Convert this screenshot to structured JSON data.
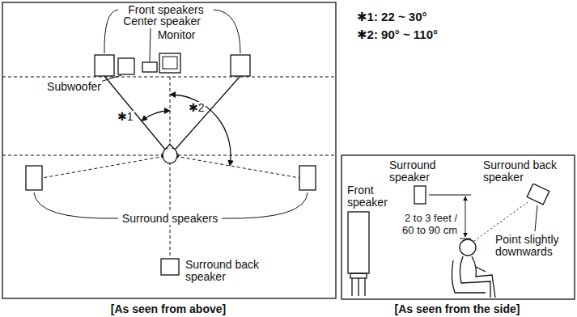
{
  "diagram": {
    "labels": [
      "Front speakers",
      "Center speaker",
      "Monitor",
      "Subwoofer",
      "✱1",
      "✱2",
      "Surround speakers",
      "Surround back speaker",
      "[As seen from above]",
      "✱1: 22 ~ 30°",
      "✱2: 90° ~ 110°",
      "Surround speaker",
      "Surround back speaker",
      "Front speaker",
      "2 to 3 feet / 60 to 90 cm",
      "Point slightly downwards",
      "[As seen from the side]"
    ]
  }
}
